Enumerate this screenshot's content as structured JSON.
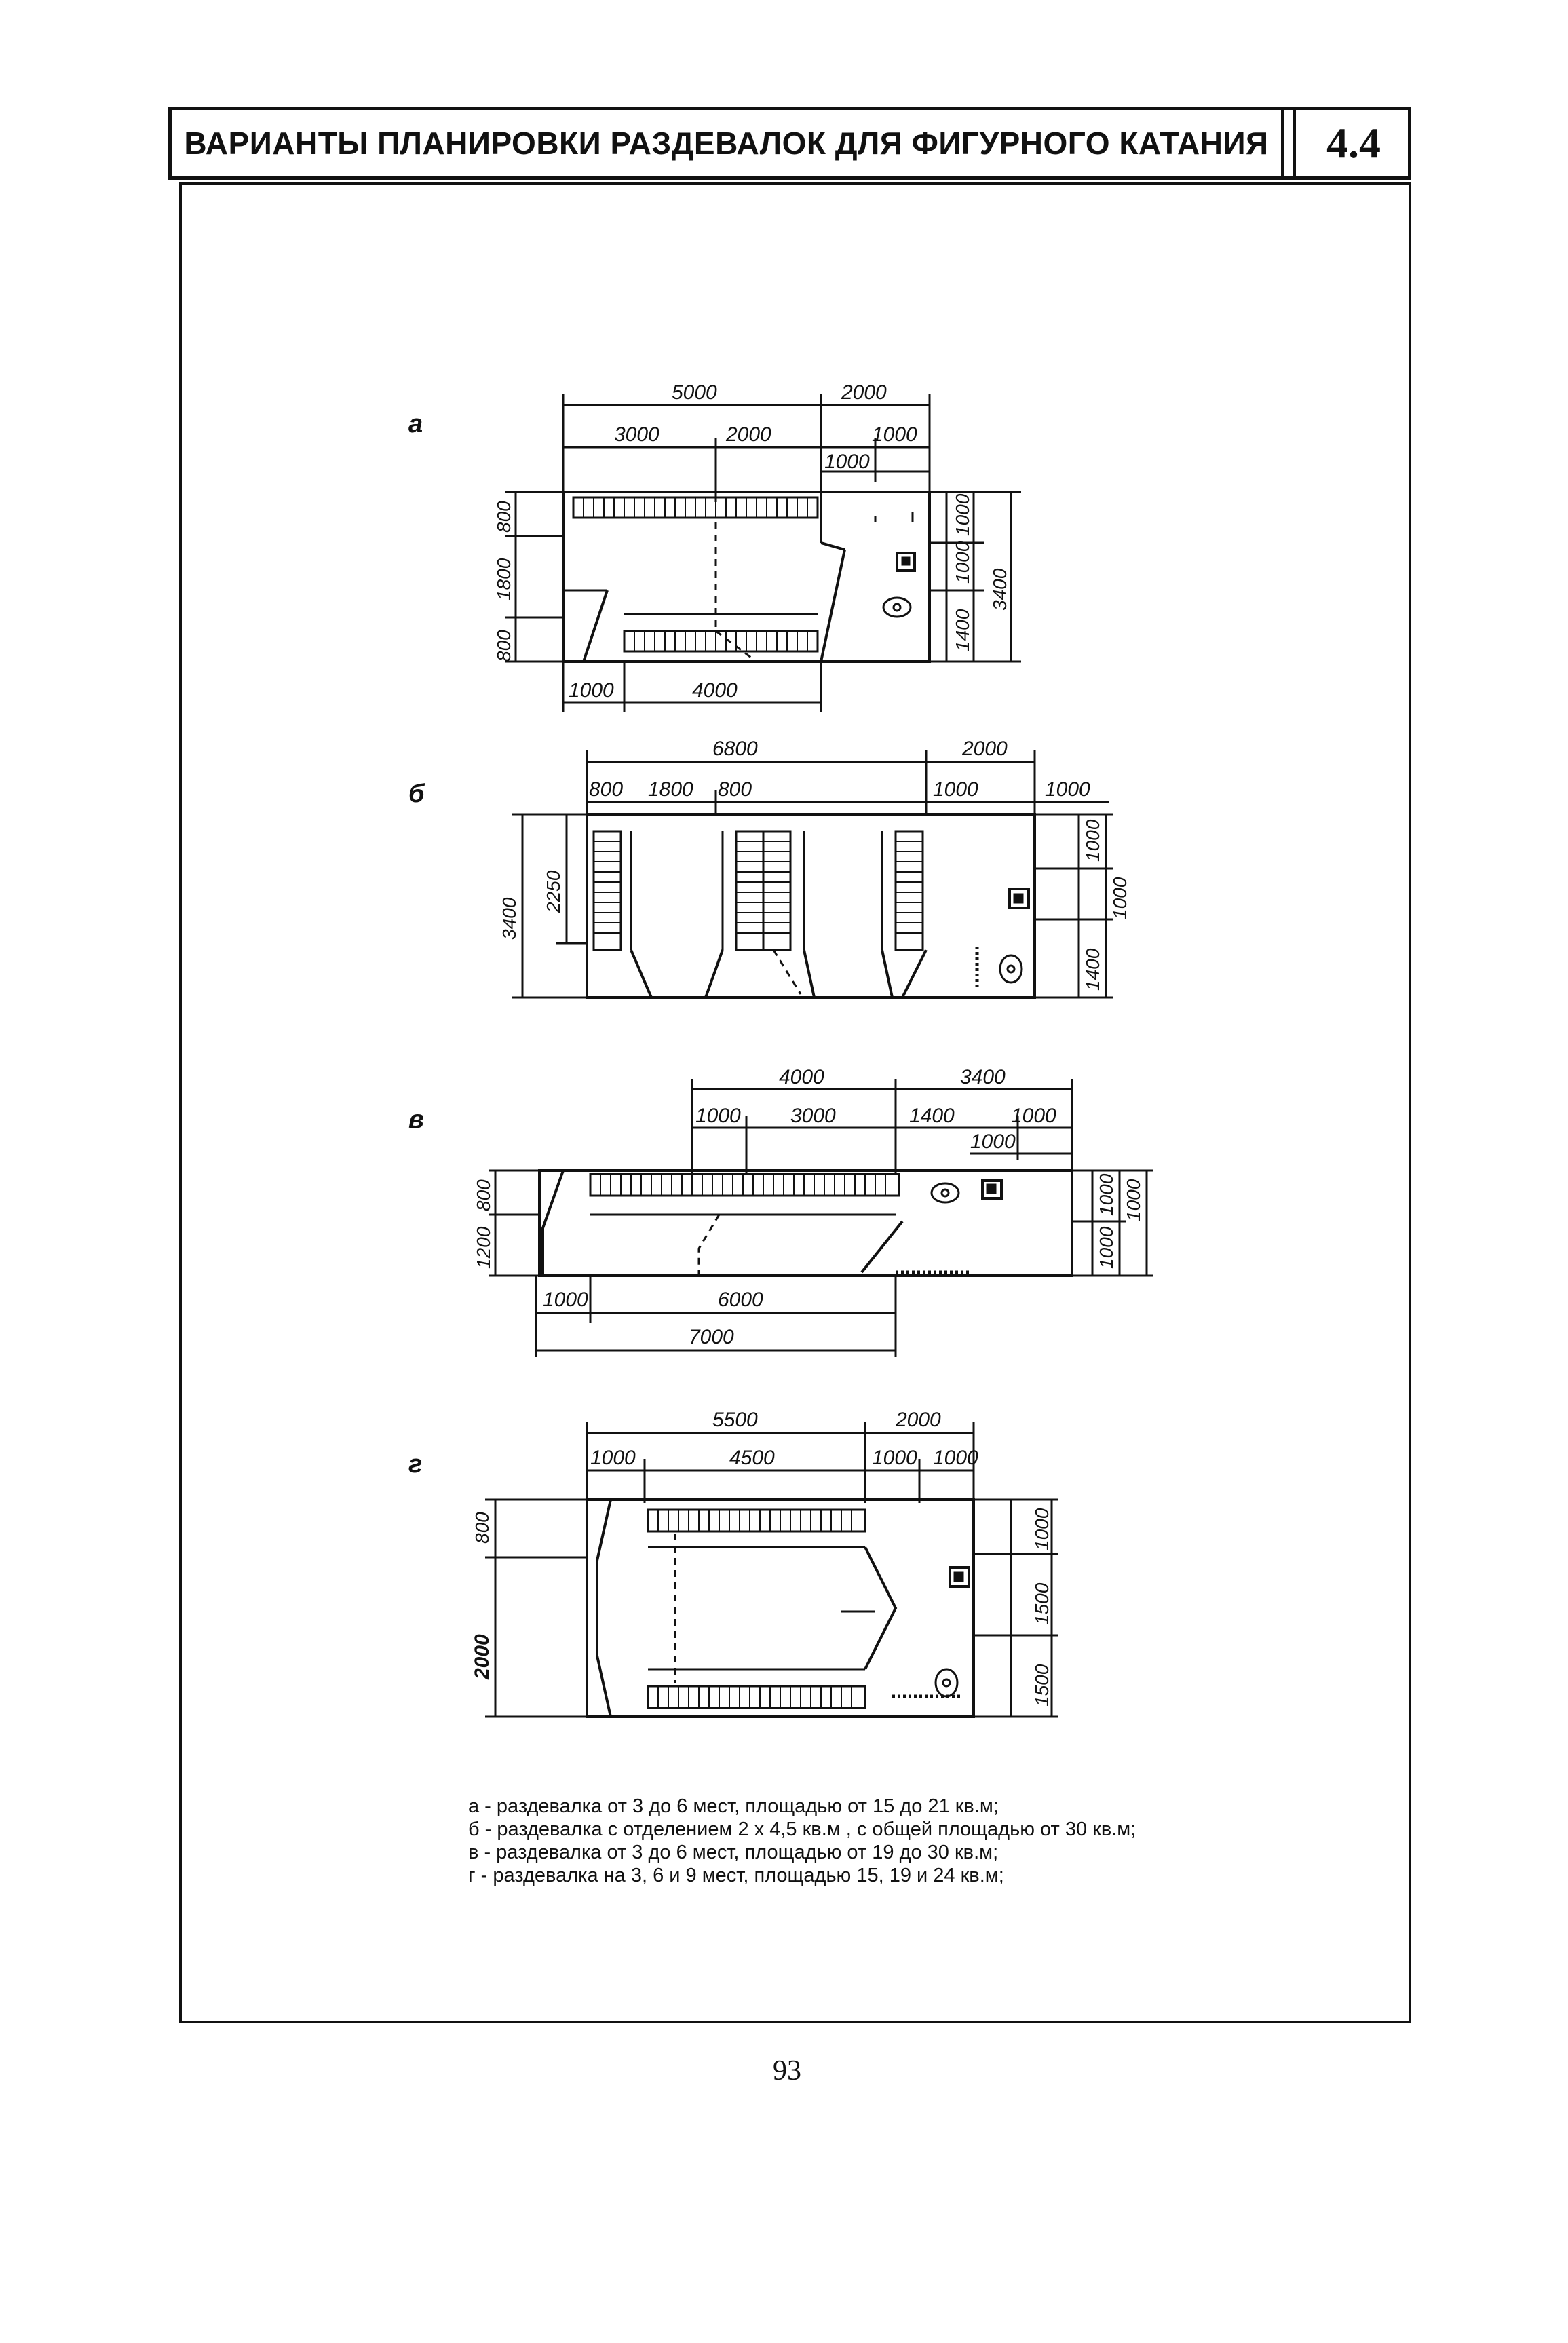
{
  "header": {
    "title": "ВАРИАНТЫ ПЛАНИРОВКИ РАЗДЕВАЛОК ДЛЯ ФИГУРНОГО КАТАНИЯ",
    "section_number": "4.4"
  },
  "plans": [
    {
      "letter": "а",
      "dims_top": [
        "5000",
        "2000",
        "3000",
        "2000",
        "1000",
        "1000"
      ],
      "dims_left": [
        "800",
        "1800",
        "800"
      ],
      "dims_right": [
        "1000",
        "1000",
        "1400",
        "3400"
      ],
      "dims_bottom": [
        "1000",
        "4000"
      ]
    },
    {
      "letter": "б",
      "dims_top": [
        "6800",
        "2000",
        "800",
        "1800",
        "800",
        "1000",
        "1000"
      ],
      "dims_left": [
        "3400",
        "2250"
      ],
      "dims_right": [
        "1000",
        "1000",
        "1400"
      ]
    },
    {
      "letter": "в",
      "dims_top": [
        "4000",
        "3400",
        "1000",
        "3000",
        "1400",
        "1000",
        "1000"
      ],
      "dims_left": [
        "800",
        "1200"
      ],
      "dims_right": [
        "1000",
        "1000",
        "1000"
      ],
      "dims_bottom": [
        "1000",
        "6000",
        "7000"
      ]
    },
    {
      "letter": "г",
      "dims_top": [
        "5500",
        "2000",
        "1000",
        "4500",
        "1000",
        "1000"
      ],
      "dims_left": [
        "800",
        "2000"
      ],
      "dims_right": [
        "1000",
        "1500",
        "1500"
      ]
    }
  ],
  "legend": [
    "а - раздевалка от 3 до 6 мест, площадью от 15 до 21 кв.м;",
    "б - раздевалка с отделением 2 х 4,5 кв.м , с общей площадью от 30 кв.м;",
    "в - раздевалка от 3 до 6 мест, площадью от 19 до 30 кв.м;",
    "г - раздевалка на 3, 6 и 9 мест, площадью 15, 19 и 24 кв.м;"
  ],
  "page_number": "93"
}
